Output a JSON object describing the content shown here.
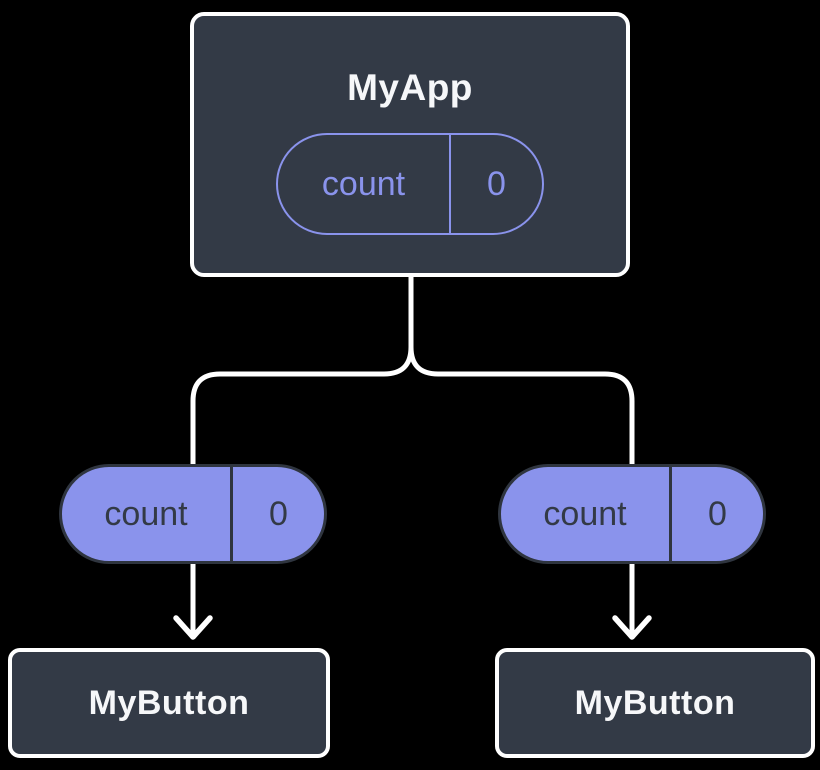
{
  "diagram_title": "state-sharing-component-tree",
  "colors": {
    "bg": "#000000",
    "box_fill": "#333A46",
    "box_border": "#FFFFFF",
    "accent_purple": "#8A93EC",
    "pill_fill": "#8A93EC",
    "pill_dark_text": "#333A46",
    "pill_dark_border": "#2F353F",
    "connector": "#FFFFFF",
    "title_text": "#F6F7F9"
  },
  "root": {
    "title": "MyApp",
    "state_pill": {
      "label": "count",
      "value": "0"
    }
  },
  "children": [
    {
      "title": "MyButton",
      "state_pill": {
        "label": "count",
        "value": "0"
      }
    },
    {
      "title": "MyButton",
      "state_pill": {
        "label": "count",
        "value": "0"
      }
    }
  ]
}
